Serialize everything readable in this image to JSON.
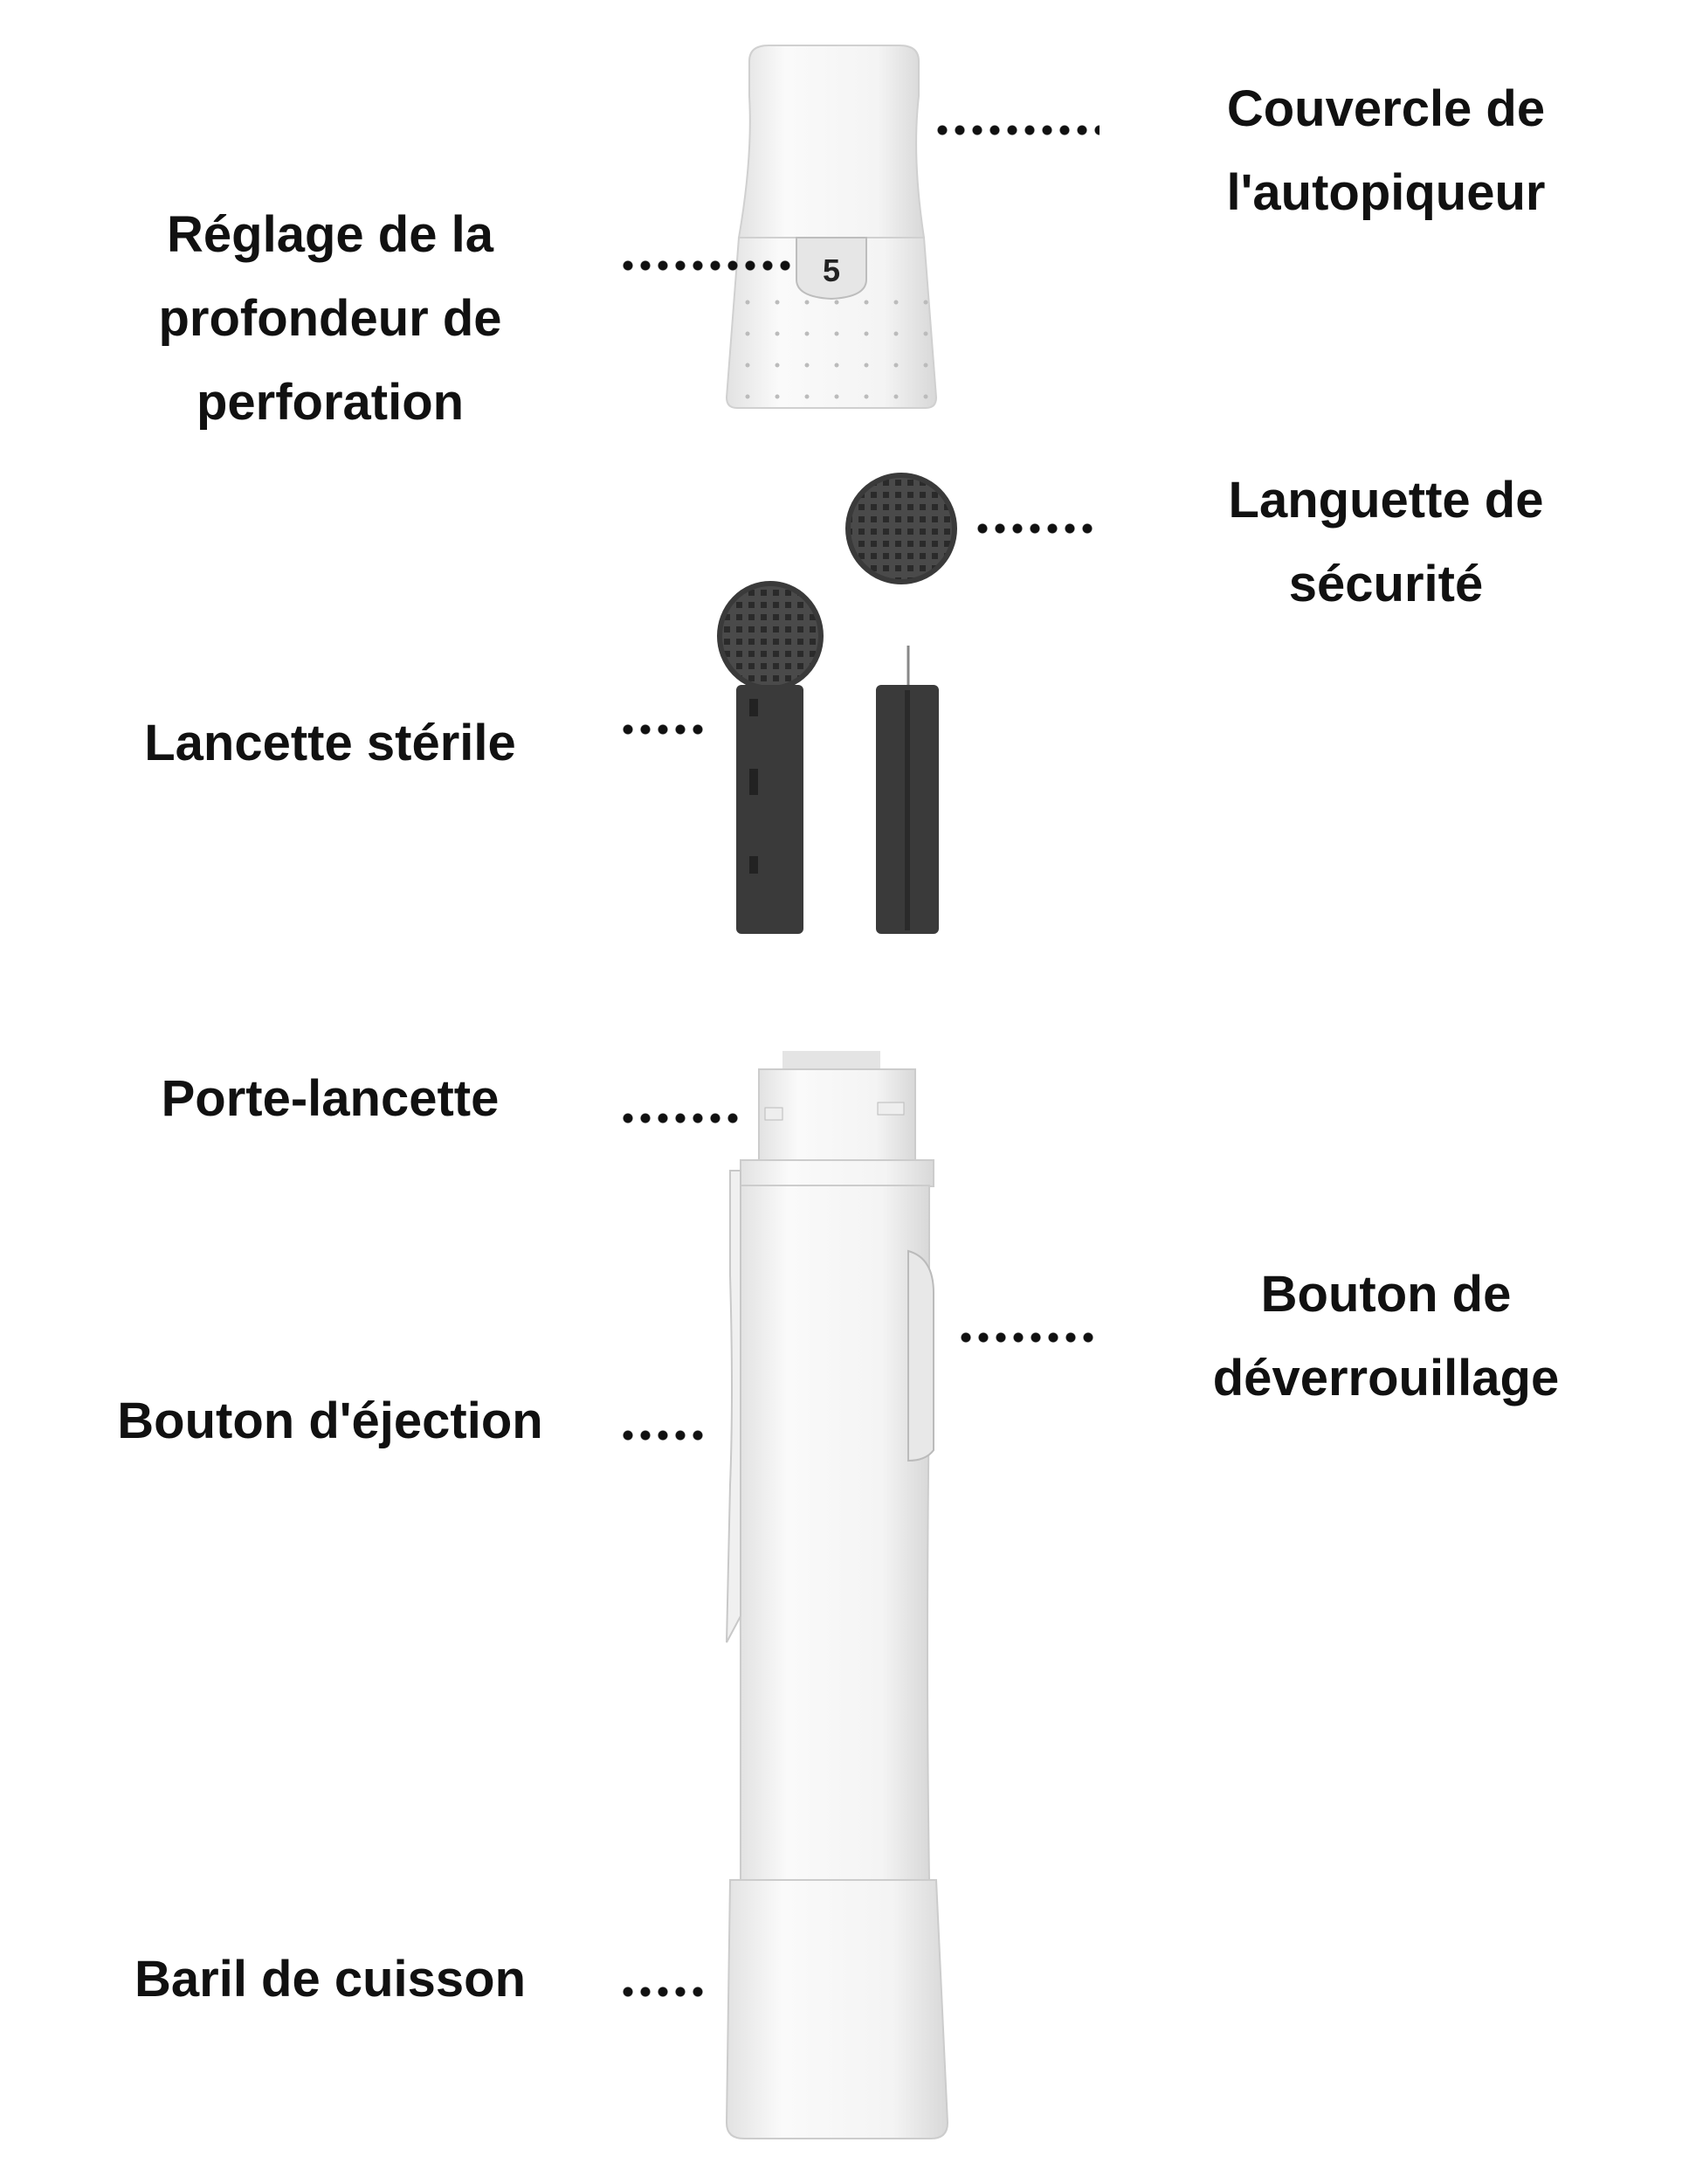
{
  "labels": {
    "cap": [
      "Couvercle de",
      "l'autopiqueur"
    ],
    "depth": [
      "Réglage de la",
      "profondeur de",
      "perforation"
    ],
    "safety_tab": [
      "Languette de",
      "sécurité"
    ],
    "lancet": "Lancette stérile",
    "holder": "Porte-lancette",
    "release": [
      "Bouton de",
      "déverrouillage"
    ],
    "eject": "Bouton d'éjection",
    "barrel": "Baril de cuisson"
  },
  "depth_setting": "5",
  "colors": {
    "device": "#f2f2f2",
    "lancet": "#3a3a3a",
    "text": "#111111"
  }
}
